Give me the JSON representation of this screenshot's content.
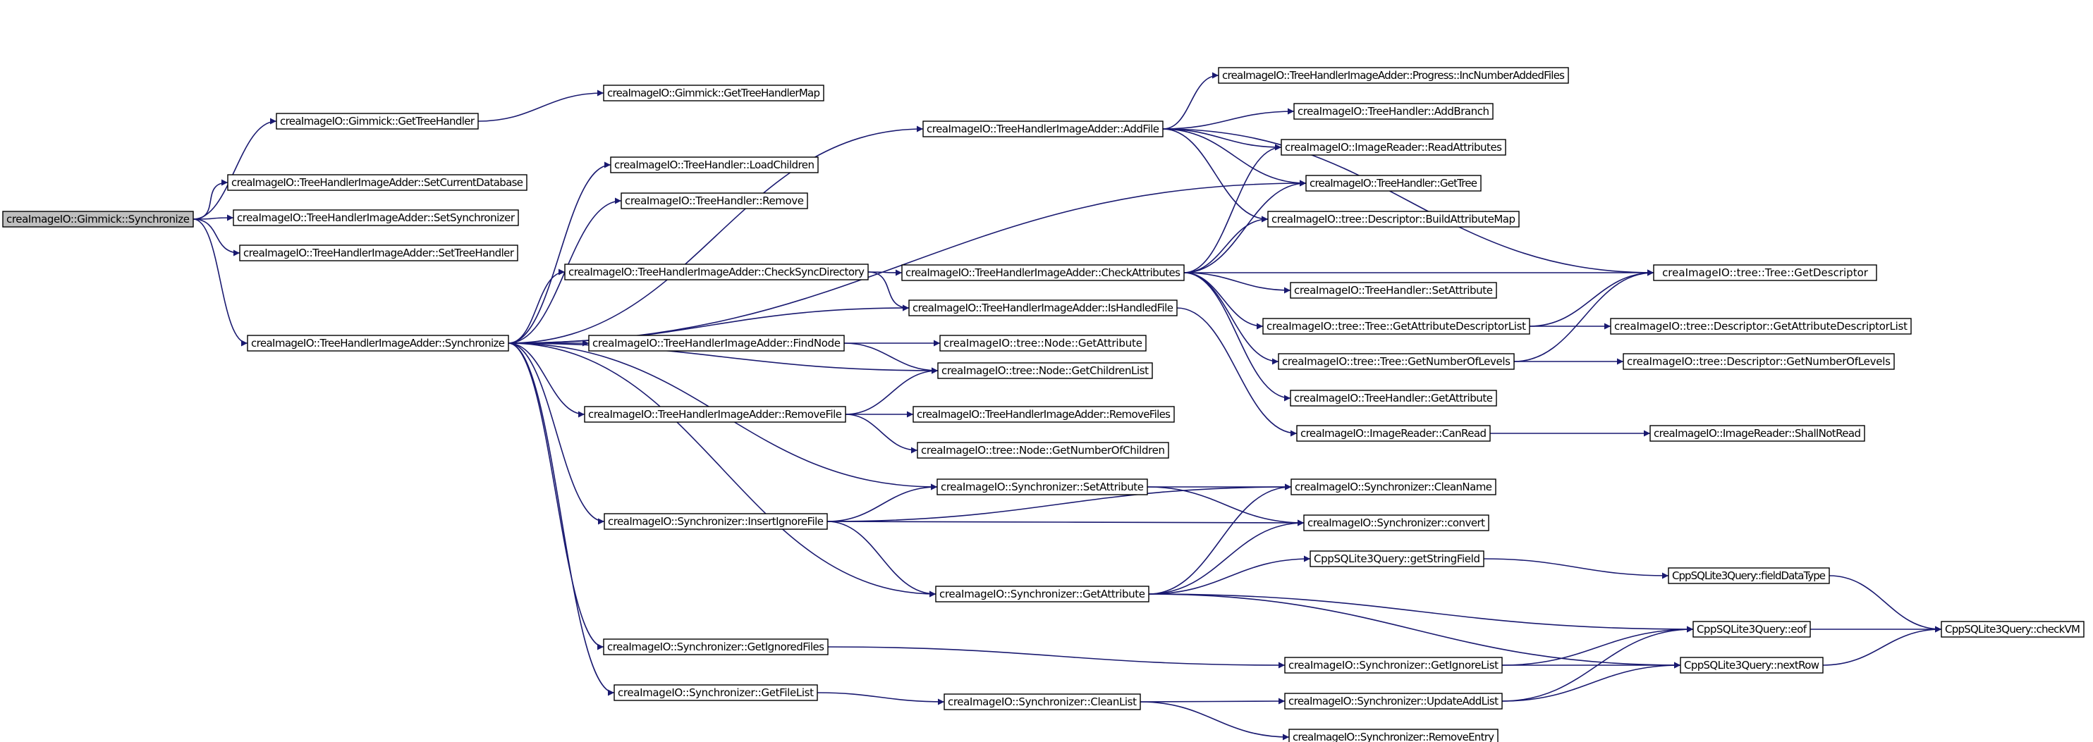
{
  "graph": {
    "edge_color": "#191970",
    "root_fill": "#bfbfbf",
    "node_fill": "#ffffff",
    "nodes": {
      "gimmick_synchronize": "creaImageIO::Gimmick::Synchronize",
      "gimmick_gettreehandler": "creaImageIO::Gimmick::GetTreeHandler",
      "gimmick_gettreehandlermap": "creaImageIO::Gimmick::GetTreeHandlerMap",
      "thia_setcurrentdatabase": "creaImageIO::TreeHandlerImageAdder::SetCurrentDatabase",
      "thia_setsynchronizer": "creaImageIO::TreeHandlerImageAdder::SetSynchronizer",
      "thia_settreehandler": "creaImageIO::TreeHandlerImageAdder::SetTreeHandler",
      "thia_synchronize": "creaImageIO::TreeHandlerImageAdder::Synchronize",
      "th_loadchildren": "creaImageIO::TreeHandler::LoadChildren",
      "th_remove": "creaImageIO::TreeHandler::Remove",
      "thia_checksyncdirectory": "creaImageIO::TreeHandlerImageAdder::CheckSyncDirectory",
      "thia_findnode": "creaImageIO::TreeHandlerImageAdder::FindNode",
      "thia_removefile": "creaImageIO::TreeHandlerImageAdder::RemoveFile",
      "sync_insertignorefile": "creaImageIO::Synchronizer::InsertIgnoreFile",
      "sync_getignoredfiles": "creaImageIO::Synchronizer::GetIgnoredFiles",
      "sync_getfilelist": "creaImageIO::Synchronizer::GetFileList",
      "thia_addfile": "creaImageIO::TreeHandlerImageAdder::AddFile",
      "thia_checkattributes": "creaImageIO::TreeHandlerImageAdder::CheckAttributes",
      "thia_ishandledfile": "creaImageIO::TreeHandlerImageAdder::IsHandledFile",
      "node_getattribute": "creaImageIO::tree::Node::GetAttribute",
      "node_getchildrenlist": "creaImageIO::tree::Node::GetChildrenList",
      "thia_removefiles": "creaImageIO::TreeHandlerImageAdder::RemoveFiles",
      "node_getnumberofchildren": "creaImageIO::tree::Node::GetNumberOfChildren",
      "sync_setattribute": "creaImageIO::Synchronizer::SetAttribute",
      "sync_getattribute": "creaImageIO::Synchronizer::GetAttribute",
      "sync_cleanlist": "creaImageIO::Synchronizer::CleanList",
      "progress_incnumberaddedfiles": "creaImageIO::TreeHandlerImageAdder::Progress::IncNumberAddedFiles",
      "th_addbranch": "creaImageIO::TreeHandler::AddBranch",
      "ir_readattributes": "creaImageIO::ImageReader::ReadAttributes",
      "th_gettree": "creaImageIO::TreeHandler::GetTree",
      "desc_buildattributemap": "creaImageIO::tree::Descriptor::BuildAttributeMap",
      "th_setattribute": "creaImageIO::TreeHandler::SetAttribute",
      "tree_getattributedescriptorlist": "creaImageIO::tree::Tree::GetAttributeDescriptorList",
      "tree_getnumberoflevels": "creaImageIO::tree::Tree::GetNumberOfLevels",
      "th_getattribute": "creaImageIO::TreeHandler::GetAttribute",
      "ir_canread": "creaImageIO::ImageReader::CanRead",
      "sync_cleanname": "creaImageIO::Synchronizer::CleanName",
      "sync_convert": "creaImageIO::Synchronizer::convert",
      "q_getstringfield": "CppSQLite3Query::getStringField",
      "sync_getignorelist": "creaImageIO::Synchronizer::GetIgnoreList",
      "sync_updateaddlist": "creaImageIO::Synchronizer::UpdateAddList",
      "sync_removeentry": "creaImageIO::Synchronizer::RemoveEntry",
      "tree_getdescriptor": "creaImageIO::tree::Tree::GetDescriptor",
      "desc_getattributedescriptorlist": "creaImageIO::tree::Descriptor::GetAttributeDescriptorList",
      "desc_getnumberoflevels": "creaImageIO::tree::Descriptor::GetNumberOfLevels",
      "ir_shallnotread": "creaImageIO::ImageReader::ShallNotRead",
      "q_fielddatatype": "CppSQLite3Query::fieldDataType",
      "q_eof": "CppSQLite3Query::eof",
      "q_nextrow": "CppSQLite3Query::nextRow",
      "q_checkvm": "CppSQLite3Query::checkVM"
    },
    "edges": [
      [
        "gimmick_synchronize",
        "gimmick_gettreehandler"
      ],
      [
        "gimmick_synchronize",
        "thia_setcurrentdatabase"
      ],
      [
        "gimmick_synchronize",
        "thia_setsynchronizer"
      ],
      [
        "gimmick_synchronize",
        "thia_settreehandler"
      ],
      [
        "gimmick_synchronize",
        "thia_synchronize"
      ],
      [
        "gimmick_gettreehandler",
        "gimmick_gettreehandlermap"
      ],
      [
        "thia_synchronize",
        "thia_addfile"
      ],
      [
        "thia_synchronize",
        "th_loadchildren"
      ],
      [
        "thia_synchronize",
        "th_remove"
      ],
      [
        "thia_synchronize",
        "th_gettree"
      ],
      [
        "thia_synchronize",
        "thia_checksyncdirectory"
      ],
      [
        "thia_synchronize",
        "thia_ishandledfile"
      ],
      [
        "thia_synchronize",
        "thia_findnode"
      ],
      [
        "thia_synchronize",
        "node_getchildrenlist"
      ],
      [
        "thia_synchronize",
        "thia_removefile"
      ],
      [
        "thia_synchronize",
        "sync_setattribute"
      ],
      [
        "thia_synchronize",
        "sync_insertignorefile"
      ],
      [
        "thia_synchronize",
        "sync_getattribute"
      ],
      [
        "thia_synchronize",
        "sync_getignoredfiles"
      ],
      [
        "thia_synchronize",
        "sync_getfilelist"
      ],
      [
        "thia_checksyncdirectory",
        "thia_checkattributes"
      ],
      [
        "thia_checksyncdirectory",
        "thia_ishandledfile"
      ],
      [
        "thia_findnode",
        "node_getattribute"
      ],
      [
        "thia_findnode",
        "node_getchildrenlist"
      ],
      [
        "thia_removefile",
        "node_getchildrenlist"
      ],
      [
        "thia_removefile",
        "thia_removefiles"
      ],
      [
        "thia_removefile",
        "node_getnumberofchildren"
      ],
      [
        "sync_insertignorefile",
        "sync_setattribute"
      ],
      [
        "sync_insertignorefile",
        "sync_cleanname"
      ],
      [
        "sync_insertignorefile",
        "sync_convert"
      ],
      [
        "sync_insertignorefile",
        "sync_getattribute"
      ],
      [
        "sync_getignoredfiles",
        "sync_getignorelist"
      ],
      [
        "sync_getfilelist",
        "sync_cleanlist"
      ],
      [
        "thia_addfile",
        "progress_incnumberaddedfiles"
      ],
      [
        "thia_addfile",
        "th_addbranch"
      ],
      [
        "thia_addfile",
        "ir_readattributes"
      ],
      [
        "thia_addfile",
        "th_gettree"
      ],
      [
        "thia_addfile",
        "desc_buildattributemap"
      ],
      [
        "thia_addfile",
        "tree_getdescriptor"
      ],
      [
        "thia_checkattributes",
        "ir_readattributes"
      ],
      [
        "thia_checkattributes",
        "th_gettree"
      ],
      [
        "thia_checkattributes",
        "desc_buildattributemap"
      ],
      [
        "thia_checkattributes",
        "tree_getdescriptor"
      ],
      [
        "thia_checkattributes",
        "th_setattribute"
      ],
      [
        "thia_checkattributes",
        "tree_getattributedescriptorlist"
      ],
      [
        "thia_checkattributes",
        "tree_getnumberoflevels"
      ],
      [
        "thia_checkattributes",
        "th_getattribute"
      ],
      [
        "thia_ishandledfile",
        "ir_canread"
      ],
      [
        "tree_getattributedescriptorlist",
        "tree_getdescriptor"
      ],
      [
        "tree_getattributedescriptorlist",
        "desc_getattributedescriptorlist"
      ],
      [
        "tree_getnumberoflevels",
        "tree_getdescriptor"
      ],
      [
        "tree_getnumberoflevels",
        "desc_getnumberoflevels"
      ],
      [
        "ir_canread",
        "ir_shallnotread"
      ],
      [
        "sync_setattribute",
        "sync_cleanname"
      ],
      [
        "sync_setattribute",
        "sync_convert"
      ],
      [
        "sync_getattribute",
        "sync_cleanname"
      ],
      [
        "sync_getattribute",
        "sync_convert"
      ],
      [
        "sync_getattribute",
        "q_getstringfield"
      ],
      [
        "sync_getattribute",
        "q_eof"
      ],
      [
        "sync_getattribute",
        "q_nextrow"
      ],
      [
        "q_getstringfield",
        "q_fielddatatype"
      ],
      [
        "q_fielddatatype",
        "q_checkvm"
      ],
      [
        "q_eof",
        "q_checkvm"
      ],
      [
        "q_nextrow",
        "q_checkvm"
      ],
      [
        "sync_getignorelist",
        "q_eof"
      ],
      [
        "sync_getignorelist",
        "q_nextrow"
      ],
      [
        "sync_cleanlist",
        "sync_updateaddlist"
      ],
      [
        "sync_cleanlist",
        "sync_removeentry"
      ],
      [
        "sync_updateaddlist",
        "q_eof"
      ],
      [
        "sync_updateaddlist",
        "q_nextrow"
      ]
    ]
  }
}
